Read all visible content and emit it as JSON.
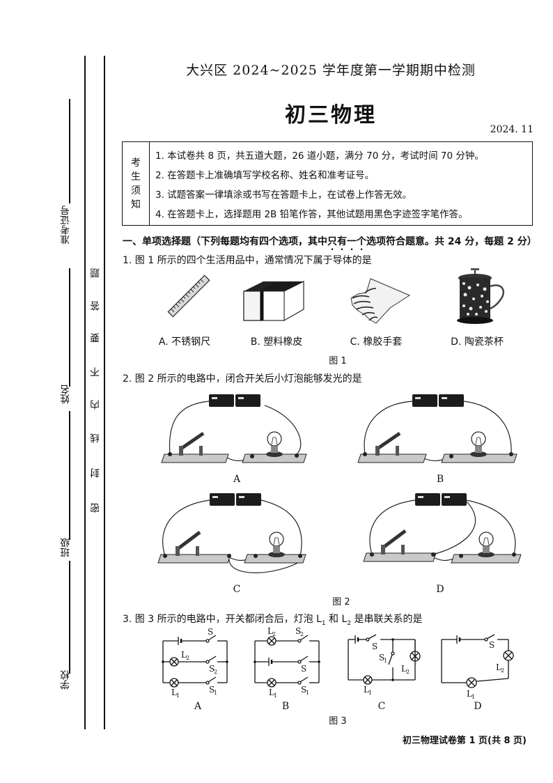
{
  "header": {
    "exam_title": "大兴区 2024~2025 学年度第一学期期中检测",
    "subject": "初三物理",
    "date": "2024. 11"
  },
  "binding_margin": {
    "fields": [
      {
        "label": "准考证号"
      },
      {
        "label": "姓名"
      },
      {
        "label": "班级"
      },
      {
        "label": "学校"
      }
    ],
    "seal_text": [
      "密",
      "封",
      "线",
      "内",
      "不",
      "要",
      "答",
      "题"
    ]
  },
  "notice": {
    "label_chars": [
      "考",
      "生",
      "须",
      "知"
    ],
    "items": [
      "1. 本试卷共 8 页，共五道大题，26 道小题，满分 70 分，考试时间 70 分钟。",
      "2. 在答题卡上准确填写学校名称、姓名和准考证号。",
      "3. 试题答案一律填涂或书写在答题卡上，在试卷上作答无效。",
      "4. 在答题卡上，选择题用 2B 铅笔作答，其他试题用黑色字迹签字笔作答。"
    ]
  },
  "section1": {
    "title_prefix": "一、单项选择题（下列每题均有四个选项，其中",
    "title_emphasis": [
      "只",
      "有",
      "一",
      "个"
    ],
    "title_suffix": "选项符合题意。共 24 分，每题 2 分）"
  },
  "questions": [
    {
      "number": "1.",
      "text": "1. 图 1 所示的四个生活用品中，通常情况下属于导体的是",
      "figure_caption": "图 1",
      "options": [
        {
          "letter": "A",
          "label": "A. 不锈钢尺",
          "icon": "steel-ruler"
        },
        {
          "letter": "B",
          "label": "B. 塑料橡皮",
          "icon": "plastic-eraser"
        },
        {
          "letter": "C",
          "label": "C. 橡胶手套",
          "icon": "rubber-gloves"
        },
        {
          "letter": "D",
          "label": "D. 陶瓷茶杯",
          "icon": "ceramic-cup"
        }
      ]
    },
    {
      "number": "2.",
      "text": "2. 图 2 所示的电路中，闭合开关后小灯泡能够发光的是",
      "figure_caption": "图 2",
      "options": [
        {
          "letter": "A"
        },
        {
          "letter": "B"
        },
        {
          "letter": "C"
        },
        {
          "letter": "D"
        }
      ]
    },
    {
      "number": "3.",
      "text_before_l1": "3. 图 3 所示的电路中，开关都闭合后，灯泡 L",
      "sub1": "1",
      "text_mid": " 和 L",
      "sub2": "2",
      "text_after": " 是串联关系的是",
      "figure_caption": "图 3",
      "options": [
        {
          "letter": "A",
          "labels": {
            "s": "S",
            "l2": "L",
            "s2": "S",
            "l1": "L",
            "s1": "S"
          }
        },
        {
          "letter": "B",
          "labels": {
            "l2": "L",
            "s2": "S",
            "s": "S",
            "l1": "L",
            "s1": "S"
          }
        },
        {
          "letter": "C",
          "labels": {
            "s": "S",
            "s1": "S",
            "l2": "L",
            "l1": "L"
          }
        },
        {
          "letter": "D",
          "labels": {
            "s": "S",
            "l2": "L",
            "l1": "L"
          }
        }
      ]
    }
  ],
  "footer": {
    "page_info": "初三物理试卷第 1 页(共 8 页)"
  }
}
